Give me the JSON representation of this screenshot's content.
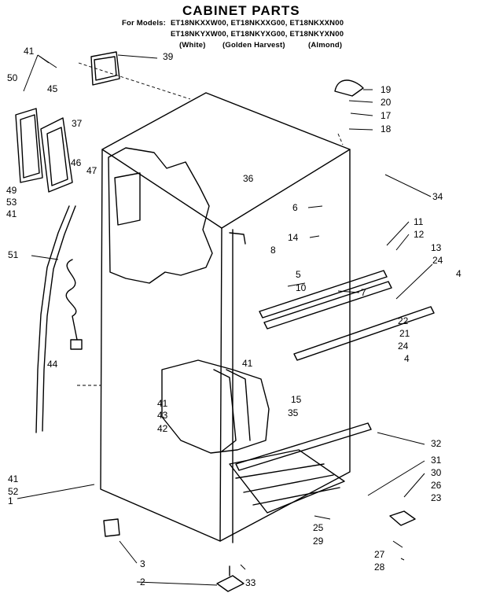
{
  "header": {
    "title": "CABINET PARTS",
    "models_prefix": "For Models:",
    "models_line1": "ET18NKXXW00, ET18NKXXG00, ET18NKXXN00",
    "models_line2": "ET18NKYXW00, ET18NKYXG00, ET18NKYXN00",
    "color_white": "(White)",
    "color_golden": "(Golden Harvest)",
    "color_almond": "(Almond)"
  },
  "callouts": [
    {
      "id": "c41a",
      "label": "41"
    },
    {
      "id": "c39",
      "label": "39"
    },
    {
      "id": "c50",
      "label": "50"
    },
    {
      "id": "c45",
      "label": "45"
    },
    {
      "id": "c37",
      "label": "37"
    },
    {
      "id": "c19",
      "label": "19"
    },
    {
      "id": "c20",
      "label": "20"
    },
    {
      "id": "c17",
      "label": "17"
    },
    {
      "id": "c18",
      "label": "18"
    },
    {
      "id": "c46",
      "label": "46"
    },
    {
      "id": "c47",
      "label": "47"
    },
    {
      "id": "c36",
      "label": "36"
    },
    {
      "id": "c34",
      "label": "34"
    },
    {
      "id": "c49",
      "label": "49"
    },
    {
      "id": "c53",
      "label": "53"
    },
    {
      "id": "c41b",
      "label": "41"
    },
    {
      "id": "c6",
      "label": "6"
    },
    {
      "id": "c14",
      "label": "14"
    },
    {
      "id": "c11",
      "label": "11"
    },
    {
      "id": "c12",
      "label": "12"
    },
    {
      "id": "c13",
      "label": "13"
    },
    {
      "id": "c24a",
      "label": "24"
    },
    {
      "id": "c4a",
      "label": "4"
    },
    {
      "id": "c51",
      "label": "51"
    },
    {
      "id": "c8",
      "label": "8"
    },
    {
      "id": "c5",
      "label": "5"
    },
    {
      "id": "c10",
      "label": "10"
    },
    {
      "id": "c7",
      "label": "7"
    },
    {
      "id": "c22",
      "label": "22"
    },
    {
      "id": "c21",
      "label": "21"
    },
    {
      "id": "c24b",
      "label": "24"
    },
    {
      "id": "c4b",
      "label": "4"
    },
    {
      "id": "c44",
      "label": "44"
    },
    {
      "id": "c41c",
      "label": "41"
    },
    {
      "id": "c15",
      "label": "15"
    },
    {
      "id": "c35",
      "label": "35"
    },
    {
      "id": "c41d",
      "label": "41"
    },
    {
      "id": "c43",
      "label": "43"
    },
    {
      "id": "c42",
      "label": "42"
    },
    {
      "id": "c32",
      "label": "32"
    },
    {
      "id": "c31",
      "label": "31"
    },
    {
      "id": "c30",
      "label": "30"
    },
    {
      "id": "c26",
      "label": "26"
    },
    {
      "id": "c23",
      "label": "23"
    },
    {
      "id": "c41e",
      "label": "41"
    },
    {
      "id": "c52",
      "label": "52"
    },
    {
      "id": "c1",
      "label": "1"
    },
    {
      "id": "c25",
      "label": "25"
    },
    {
      "id": "c29",
      "label": "29"
    },
    {
      "id": "c27",
      "label": "27"
    },
    {
      "id": "c28",
      "label": "28"
    },
    {
      "id": "c3",
      "label": "3"
    },
    {
      "id": "c2",
      "label": "2"
    },
    {
      "id": "c33",
      "label": "33"
    }
  ]
}
